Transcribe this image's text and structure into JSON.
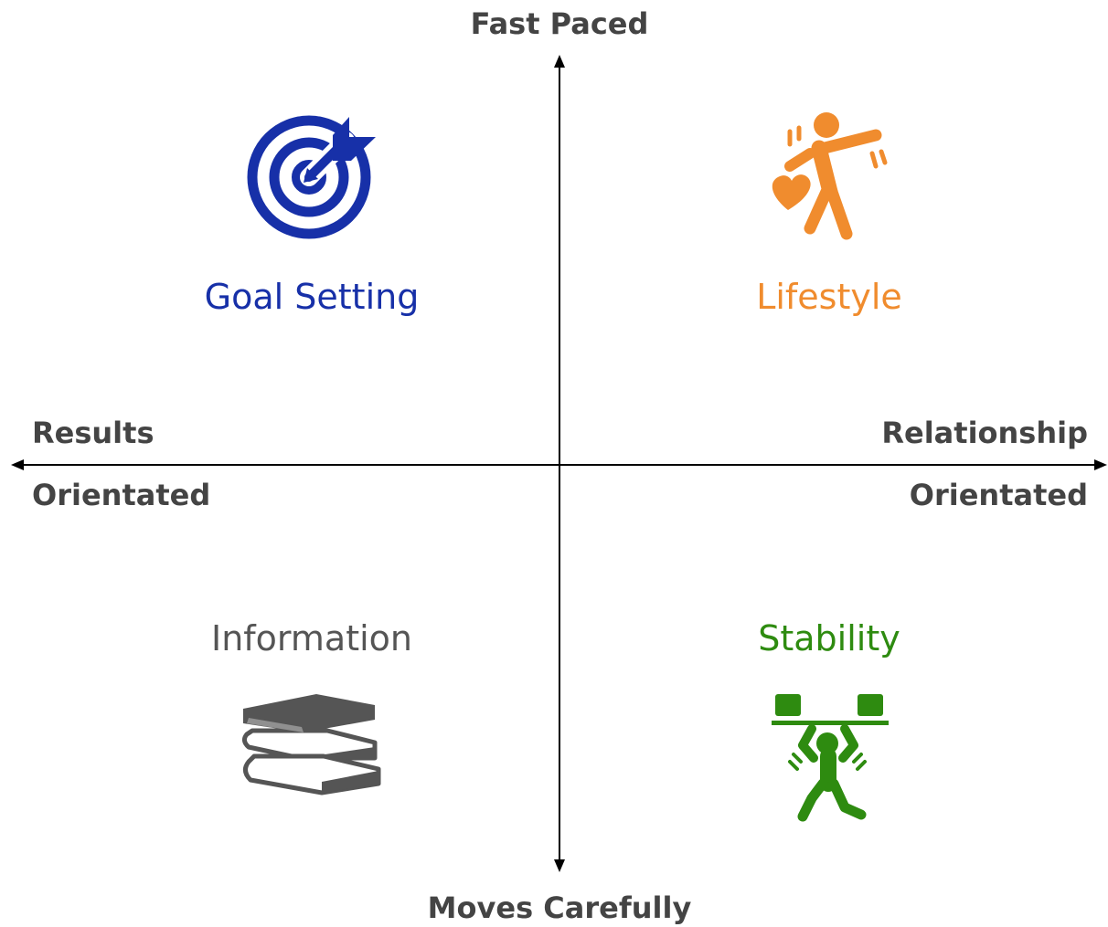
{
  "axes": {
    "top": "Fast Paced",
    "bottom": "Moves Carefully",
    "left": [
      "Results",
      "Orientated"
    ],
    "right": [
      "Relationship",
      "Orientated"
    ]
  },
  "quadrants": {
    "top_left": {
      "label": "Goal Setting",
      "color": "#1730A8",
      "icon": "target-arrow-icon"
    },
    "top_right": {
      "label": "Lifestyle",
      "color": "#F08C2E",
      "icon": "dancing-person-heart-icon"
    },
    "bottom_left": {
      "label": "Information",
      "color": "#555555",
      "icon": "books-stack-icon"
    },
    "bottom_right": {
      "label": "Stability",
      "color": "#2E8B10",
      "icon": "weightlifter-icon"
    }
  },
  "colors": {
    "axis": "#000000",
    "axis_text": "#444444"
  }
}
